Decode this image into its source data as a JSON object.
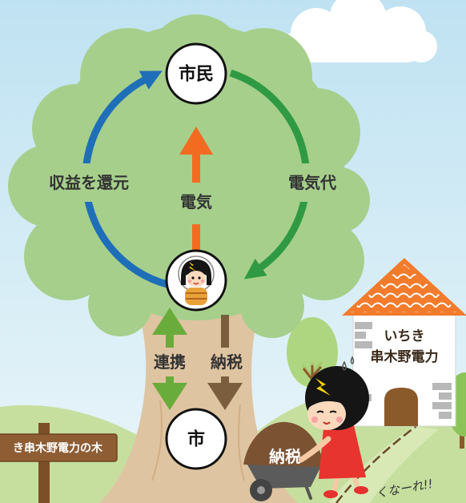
{
  "diagram": {
    "top_node": "市民",
    "bottom_node": "市",
    "flows": {
      "profit_return": "収益を還元",
      "electricity_fee": "電気代",
      "electricity": "電気",
      "cooperation": "連携",
      "tax": "納税"
    }
  },
  "house": {
    "sign_line1": "いちき",
    "sign_line2": "串木野電力"
  },
  "signpost": {
    "text": "き串木野電力の木"
  },
  "wheelbarrow": {
    "load_label": "納税"
  },
  "caption": {
    "text": "くなーれ!!"
  },
  "colors": {
    "sky": "#c4e5f4",
    "canopy": "#a6cf8c",
    "trunk": "#dfc4a1",
    "ground": "#c6df9f",
    "blue_arrow": "#1f6fb8",
    "green_arrow": "#2f9a43",
    "orange_arrow": "#f26b21",
    "cooperation_arrow": "#6aac3c",
    "tax_arrow": "#7a5e3e",
    "roof": "#f27b2c",
    "door": "#8b5a2b",
    "signboard": "#8e5d33",
    "dress": "#e8342e"
  }
}
